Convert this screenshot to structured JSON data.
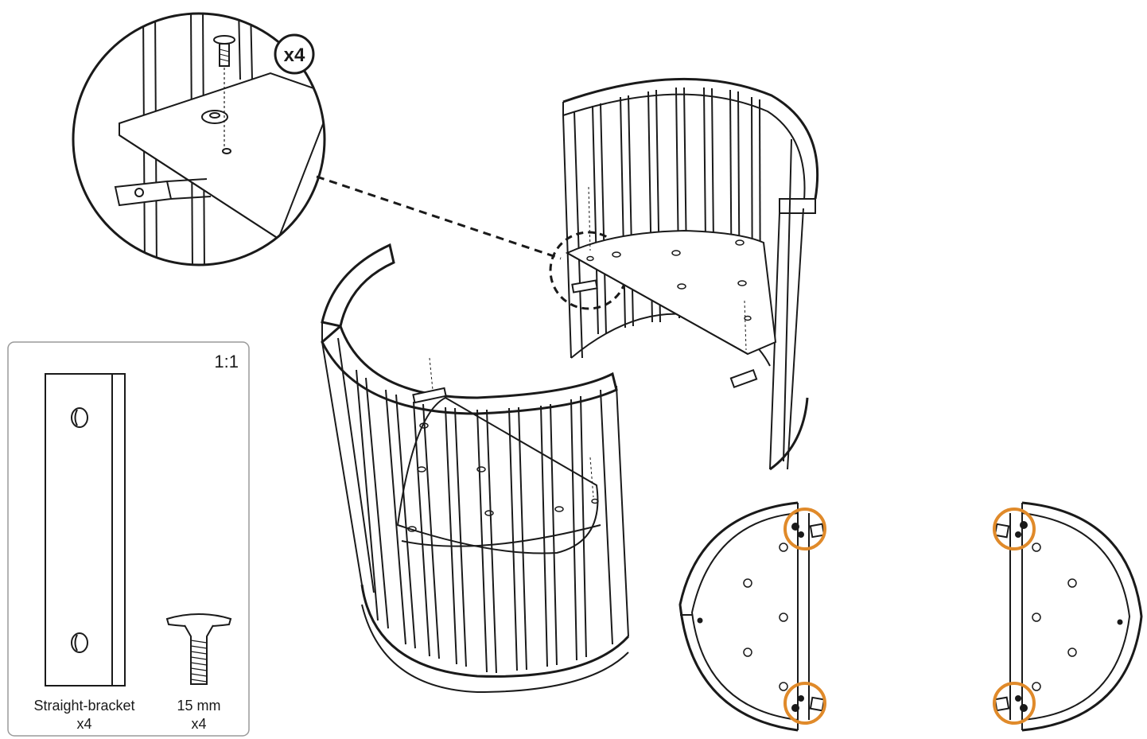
{
  "zoom_callout": {
    "quantity": "x4"
  },
  "parts_box": {
    "scale": "1:1",
    "bracket": {
      "name": "Straight-bracket",
      "qty": "x4"
    },
    "screw": {
      "size": "15 mm",
      "qty": "x4"
    }
  },
  "colors": {
    "line": "#1a1a1a",
    "highlight": "#e08a2a",
    "paper": "#ffffff"
  },
  "icons": [
    "magnifier-callout",
    "straight-bracket-icon",
    "bolt-icon",
    "orange-highlight-circle"
  ]
}
